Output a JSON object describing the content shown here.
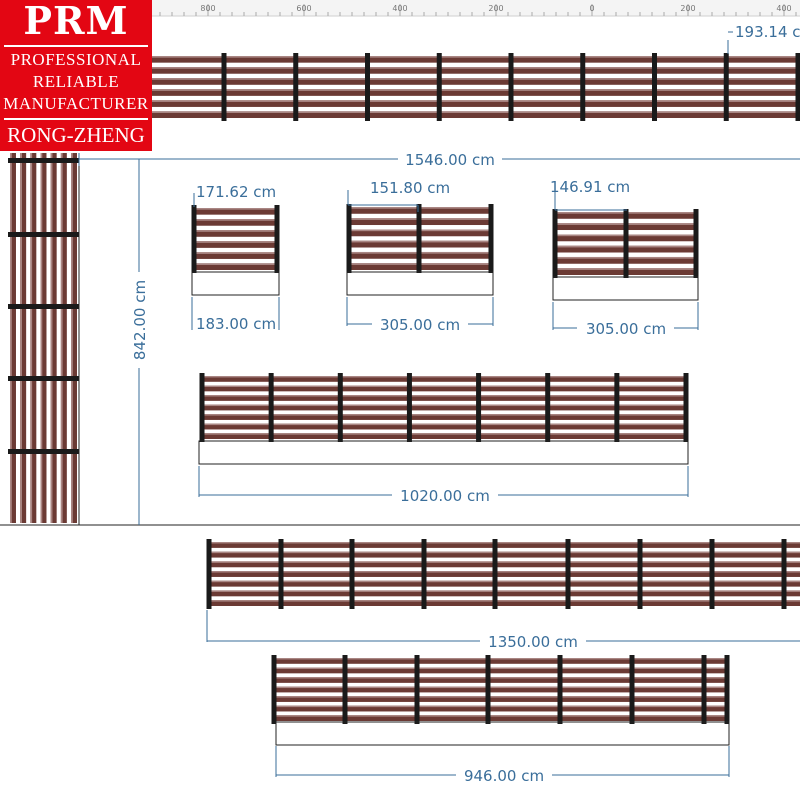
{
  "logo": {
    "brand": "PRM",
    "line1": "PROFESSIONAL",
    "line2": "RELIABLE",
    "line3": "MANUFACTURER",
    "name": "RONG-ZHENG"
  },
  "ruler": {
    "labels": [
      "800",
      "600",
      "400",
      "200",
      "0",
      "200",
      "400"
    ]
  },
  "dimensions": {
    "top_strip": "193.14 c",
    "overall_width": "1546.00 cm",
    "overall_height": "842.00 cm",
    "panel_a_top": "171.62 cm",
    "panel_a_bottom": "183.00 cm",
    "panel_b_top": "151.80 cm",
    "panel_b_bottom": "305.00 cm",
    "panel_c_top": "146.91 cm",
    "panel_c_bottom": "305.00 cm",
    "fence_1020": "1020.00 cm",
    "fence_1350": "1350.00 cm",
    "fence_946": "946.00 cm"
  },
  "colors": {
    "slat": "#6b3a34",
    "slat_highlight": "#a98683",
    "post": "#1a1a1a",
    "dimension": "#3a6e9a",
    "logo_bg": "#e30613"
  }
}
